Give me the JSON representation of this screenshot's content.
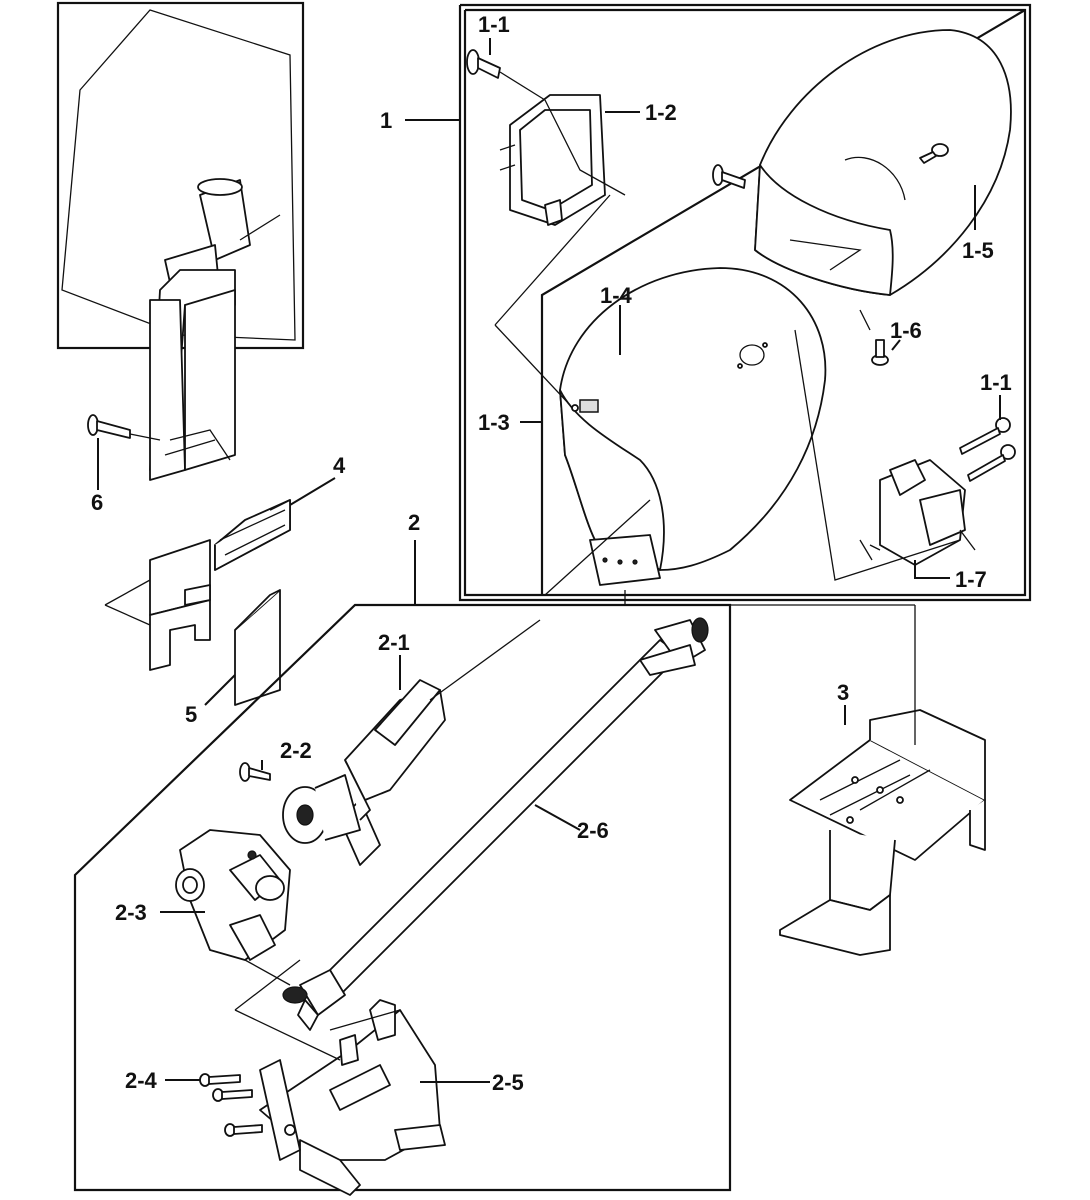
{
  "labels": {
    "l1": "1",
    "l1_1_top": "1-1",
    "l1_2": "1-2",
    "l1_3": "1-3",
    "l1_4": "1-4",
    "l1_5": "1-5",
    "l1_6": "1-6",
    "l1_1_right": "1-1",
    "l1_7": "1-7",
    "l2": "2",
    "l2_1": "2-1",
    "l2_2": "2-2",
    "l2_3": "2-3",
    "l2_4": "2-4",
    "l2_5": "2-5",
    "l2_6": "2-6",
    "l3": "3",
    "l4": "4",
    "l5": "5",
    "l6": "6"
  }
}
